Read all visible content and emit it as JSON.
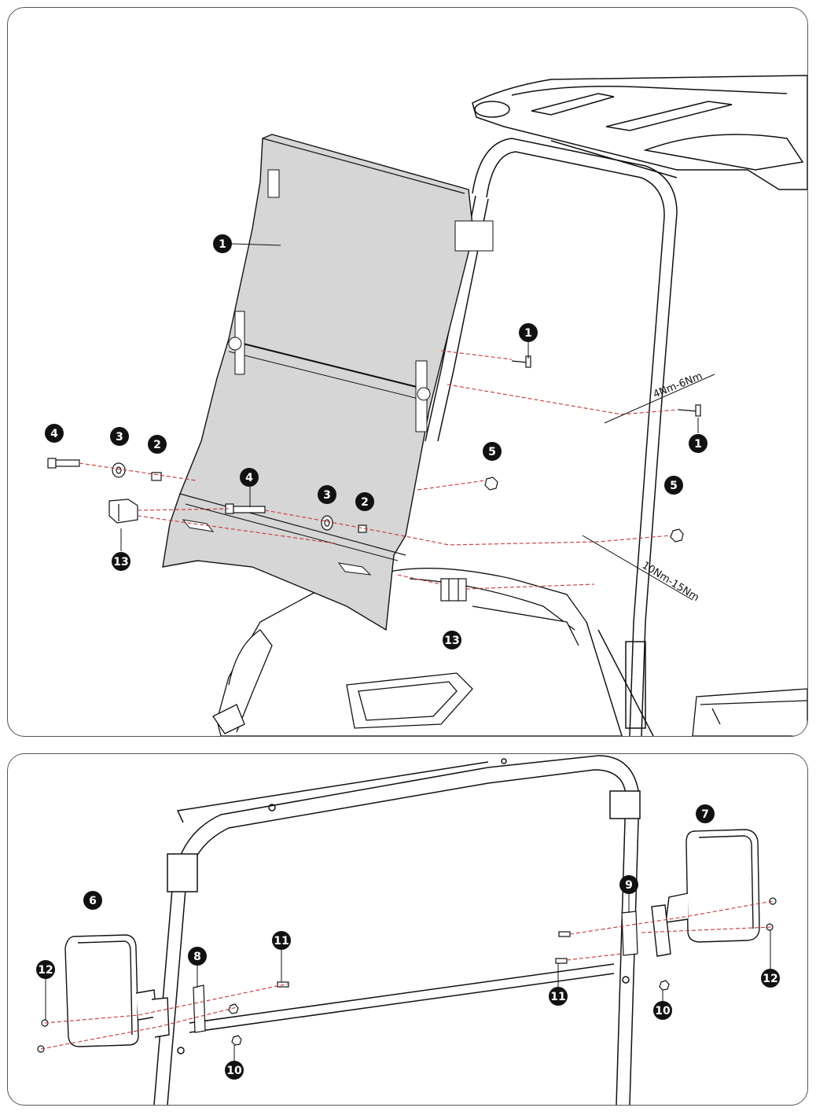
{
  "diagram": {
    "top_panel": {
      "callouts": {
        "c1_windshield": "1",
        "c1_bolt_upper": "1",
        "c1_bolt_right": "1",
        "c2_left": "2",
        "c2_mid": "2",
        "c3_left": "3",
        "c3_mid": "3",
        "c4_left": "4",
        "c4_mid": "4",
        "c5_mid": "5",
        "c5_right": "5",
        "c13_left": "13",
        "c13_mid": "13"
      },
      "torque_upper": "4Nm-6Nm",
      "torque_lower": "10Nm-15Nm"
    },
    "bottom_panel": {
      "callouts": {
        "c6": "6",
        "c7": "7",
        "c8": "8",
        "c9": "9",
        "c10_left": "10",
        "c10_right": "10",
        "c11_left": "11",
        "c11_right": "11",
        "c12_left": "12",
        "c12_right": "12"
      }
    },
    "colors": {
      "line": "#111111",
      "dashed_leader": "#cc3333",
      "windshield_fill": "#d6d6d6",
      "callout_fill": "#111111"
    }
  }
}
